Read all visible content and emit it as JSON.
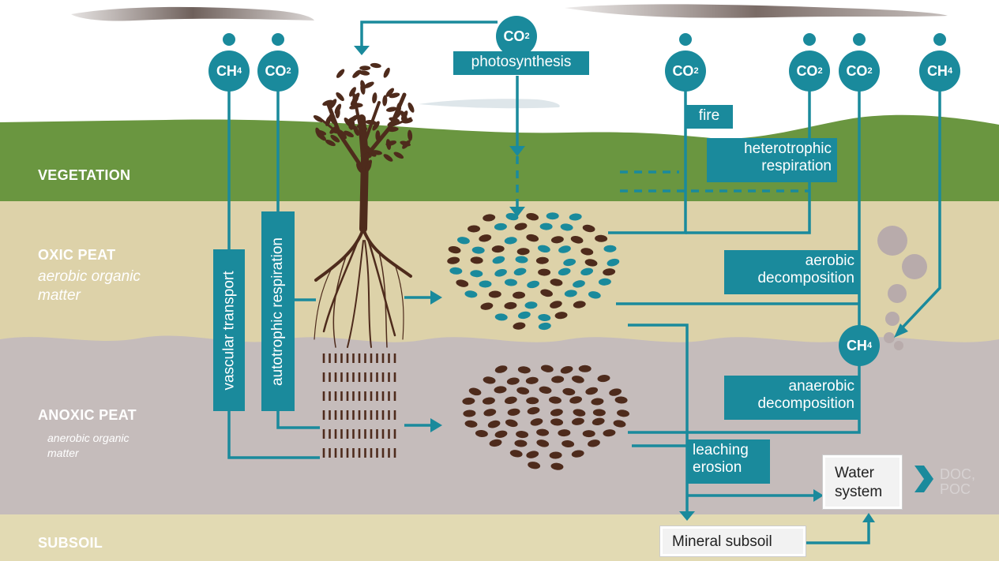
{
  "layers": {
    "vegetation": "VEGETATION",
    "oxic_peat": "OXIC PEAT",
    "oxic_sub_line1": "aerobic organic",
    "oxic_sub_line2": "matter",
    "anoxic_peat": "ANOXIC PEAT",
    "anoxic_sub_line1": "anerobic organic",
    "anoxic_sub_line2": "matter",
    "subsoil": "SUBSOIL"
  },
  "gases": {
    "ch4": "CH",
    "co2": "CO",
    "subscript_4": "4",
    "subscript_2": "2"
  },
  "processes": {
    "photosynthesis": "photosynthesis",
    "fire": "fire",
    "heterotrophic_line1": "heterotrophic",
    "heterotrophic_line2": "respiration",
    "aerobic_line1": "aerobic",
    "aerobic_line2": "decomposition",
    "anaerobic_line1": "anaerobic",
    "anaerobic_line2": "decomposition",
    "leaching_line1": "leaching",
    "leaching_line2": "erosion",
    "vascular_transport": "vascular transport",
    "autotrophic_respiration": "autotrophic respiration"
  },
  "boxes": {
    "water_line1": "Water",
    "water_line2": "system",
    "mineral_subsoil": "Mineral subsoil"
  },
  "output": {
    "line1": "DOC,",
    "line2": "POC"
  },
  "colors": {
    "teal": "#1a8a9c",
    "vegetation_green": "#6a9640",
    "oxic_peat": "#ddd2a9",
    "anoxic_peat": "#c5bcbb",
    "subsoil": "#e2dab3",
    "organic_brown": "#4e2b1c"
  }
}
